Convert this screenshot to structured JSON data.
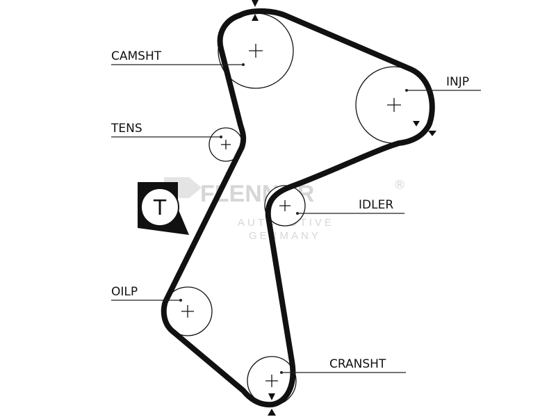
{
  "labels": {
    "camshaft": "CAMSHT",
    "injection_pump": "INJP",
    "tensioner": "TENS",
    "idler": "IDLER",
    "oil_pump": "OILP",
    "crankshaft": "CRANSHT"
  },
  "watermark": {
    "brand": "FLENNOR",
    "registered": "®",
    "line1": "AUTOMOTIVE",
    "line2": "GERMANY"
  },
  "logo": {
    "letter": "T"
  },
  "colors": {
    "belt": "#111111",
    "line": "#222222",
    "watermark": "#d6d6d6",
    "background": "#ffffff"
  }
}
